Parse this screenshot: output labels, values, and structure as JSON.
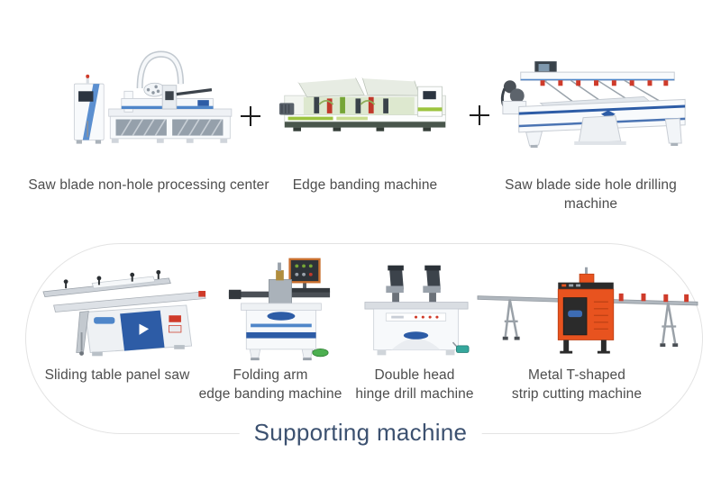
{
  "top_row": {
    "items": [
      {
        "label": "Saw blade non-hole processing center",
        "icon": "cnc-processing-center-illustration"
      },
      {
        "label": "Edge banding machine",
        "icon": "edge-banding-machine-illustration"
      },
      {
        "label": "Saw blade side hole drilling machine",
        "icon": "side-hole-drilling-machine-illustration"
      }
    ]
  },
  "supporting_group": {
    "title": "Supporting machine",
    "items": [
      {
        "line1": "Sliding table panel saw",
        "line2": "",
        "icon": "sliding-table-panel-saw-illustration"
      },
      {
        "line1": "Folding arm",
        "line2": "edge banding machine",
        "icon": "folding-arm-edge-bander-illustration"
      },
      {
        "line1": "Double head",
        "line2": "hinge drill machine",
        "icon": "double-head-hinge-drill-illustration"
      },
      {
        "line1": "Metal T-shaped",
        "line2": "strip cutting machine",
        "icon": "t-strip-cutting-machine-illustration"
      }
    ]
  },
  "icons": {
    "plus-icon": "+"
  },
  "colors": {
    "background": "#ffffff",
    "caption_text": "#4d4d4d",
    "group_title_text": "#3c5170",
    "group_outline": "#e3e3e3",
    "plus_sign": "#1c1c1c",
    "machine_blue": "#2d5ca6",
    "machine_light_blue": "#5b8fd0",
    "machine_green": "#9cc43f",
    "machine_orange": "#e8531f",
    "clamp_red": "#cf3b2a",
    "pedal_teal": "#35a79c",
    "pedal_green": "#4caf50"
  }
}
